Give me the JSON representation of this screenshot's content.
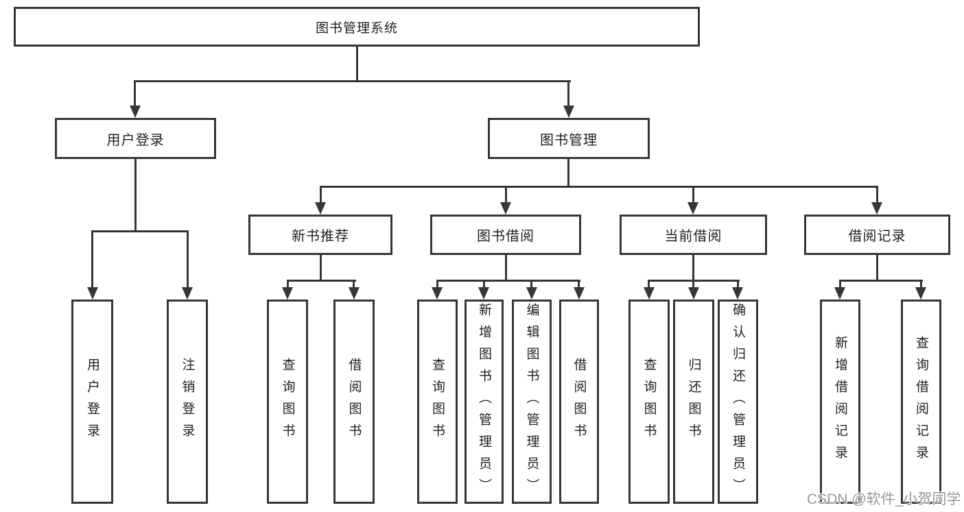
{
  "tree": {
    "label": "图书管理系统",
    "children": [
      {
        "label": "用户登录",
        "children": [
          {
            "label": "用户登录"
          },
          {
            "label": "注销登录"
          }
        ]
      },
      {
        "label": "图书管理",
        "children": [
          {
            "label": "新书推荐",
            "children": [
              {
                "label": "查询图书"
              },
              {
                "label": "借阅图书"
              }
            ]
          },
          {
            "label": "图书借阅",
            "children": [
              {
                "label": "查询图书"
              },
              {
                "label": "新增图书（管理员）"
              },
              {
                "label": "编辑图书（管理员）"
              },
              {
                "label": "借阅图书"
              }
            ]
          },
          {
            "label": "当前借阅",
            "children": [
              {
                "label": "查询图书"
              },
              {
                "label": "归还图书"
              },
              {
                "label": "确认归还（管理员）"
              }
            ]
          },
          {
            "label": "借阅记录",
            "children": [
              {
                "label": "新增借阅记录"
              },
              {
                "label": "查询借阅记录"
              }
            ]
          }
        ]
      }
    ]
  },
  "watermark": {
    "text": "CSDN @软件_小贺同学"
  },
  "colors": {
    "line": "#363636",
    "text": "#1f1f1f",
    "watermark": "#979797",
    "background": "#ffffff"
  }
}
